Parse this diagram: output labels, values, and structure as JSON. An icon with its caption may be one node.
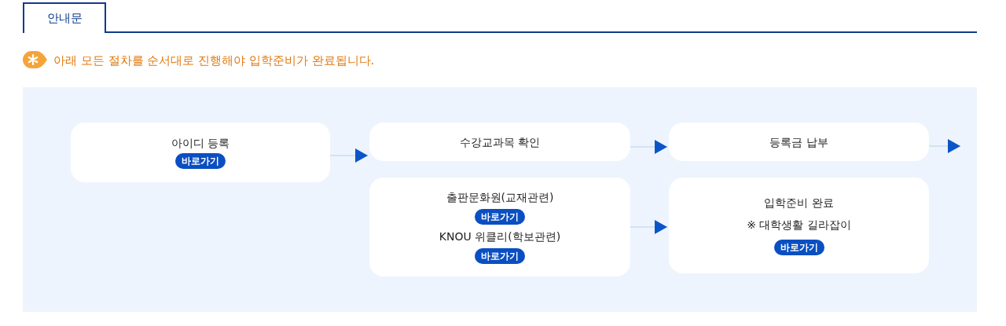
{
  "diagram": {
    "nodes": [
      {
        "text": [
          "아이디 등록",
          "바로가기"
        ]
      },
      {
        "text": [
          "수강교과목 확인"
        ]
      },
      {
        "text": [
          "출판문화원(교재관련)",
          "바로가기",
          "KNOU 위클리(학보관련)",
          "바로가기"
        ]
      },
      {
        "text": [
          "등록금 납부"
        ]
      },
      {
        "text": [
          "입학준비 완료",
          "※ 대학생활 길라잡이",
          "바로가기"
        ]
      }
    ],
    "edges": [
      {
        "from": 0,
        "to": 1,
        "arrow": "to"
      },
      {
        "from": 1,
        "to": 3,
        "arrow": "to"
      },
      {
        "from": 2,
        "to": 4,
        "arrow": "to"
      },
      {
        "from": 3,
        "to": null,
        "arrow": "to"
      }
    ],
    "labels": [
      "안내문",
      "아래 모든 절차를 순서대로 진행해야 입학준비가 완료됩니다."
    ]
  }
}
